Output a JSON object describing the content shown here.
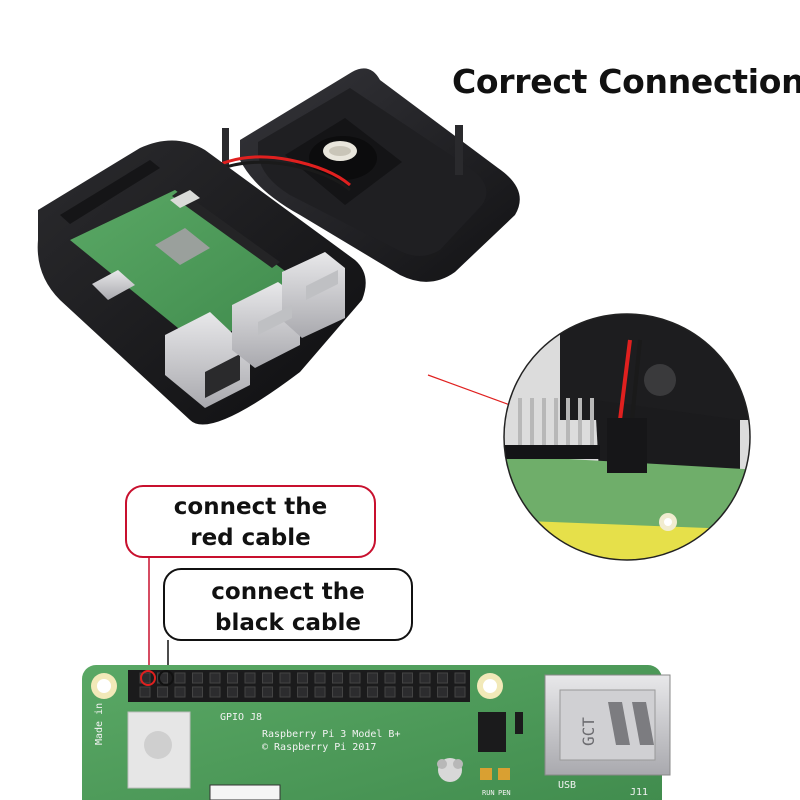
{
  "title": "Correct Connection",
  "callouts": {
    "red": {
      "line1": "connect the",
      "line2": "red cable"
    },
    "black": {
      "line1": "connect the",
      "line2": "black cable"
    }
  },
  "board_labels": {
    "gpio": "GPIO",
    "j8": "J8",
    "model": "Raspberry Pi 3 Model B+",
    "copyright": "© Raspberry Pi 2017",
    "usb": "USB",
    "j11": "J11",
    "usb_brand": "GCT",
    "made_in": "Made in",
    "run": "RUN",
    "pen": "PEN"
  },
  "colors": {
    "pcb_green": "#4e9a5a",
    "case_black": "#1b1b1d",
    "red_cable": "#e0201f",
    "callout_red_border": "#c8102e",
    "callout_black_border": "#111111"
  }
}
